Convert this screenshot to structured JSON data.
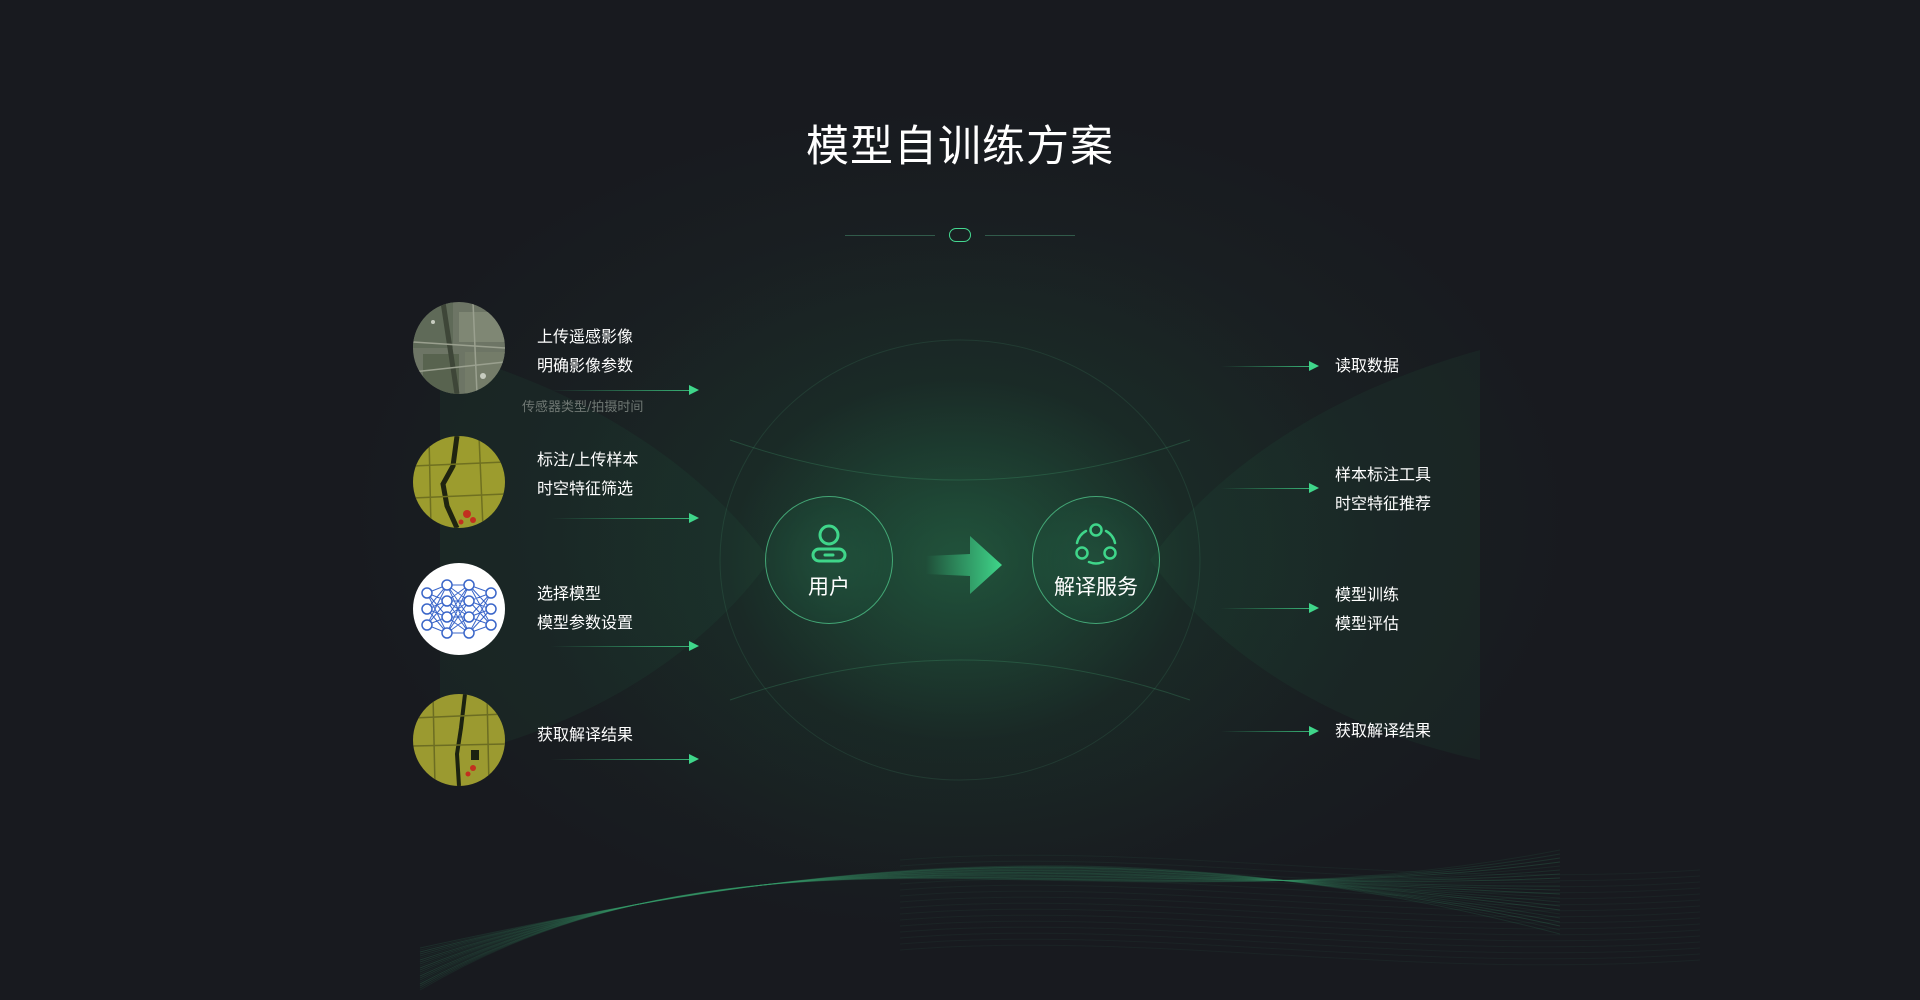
{
  "title": "模型自训练方案",
  "accent_color": "#3fd68a",
  "left_steps": [
    {
      "image": "satellite-image",
      "lines": [
        "上传遥感影像",
        "明确影像参数"
      ],
      "sub": "传感器类型/拍摄时间"
    },
    {
      "image": "annotated-sample-image",
      "lines": [
        "标注/上传样本",
        "时空特征筛选"
      ]
    },
    {
      "image": "neural-network-icon",
      "lines": [
        "选择模型",
        "模型参数设置"
      ]
    },
    {
      "image": "interpretation-result-image",
      "lines": [
        "获取解译结果"
      ]
    }
  ],
  "nodes": {
    "user": {
      "label": "用户",
      "icon": "user-icon"
    },
    "service": {
      "label": "解译服务",
      "icon": "service-cycle-icon"
    }
  },
  "right_steps": [
    {
      "lines": [
        "读取数据"
      ]
    },
    {
      "lines": [
        "样本标注工具",
        "时空特征推荐"
      ]
    },
    {
      "lines": [
        "模型训练",
        "模型评估"
      ]
    },
    {
      "lines": [
        "获取解译结果"
      ]
    }
  ]
}
